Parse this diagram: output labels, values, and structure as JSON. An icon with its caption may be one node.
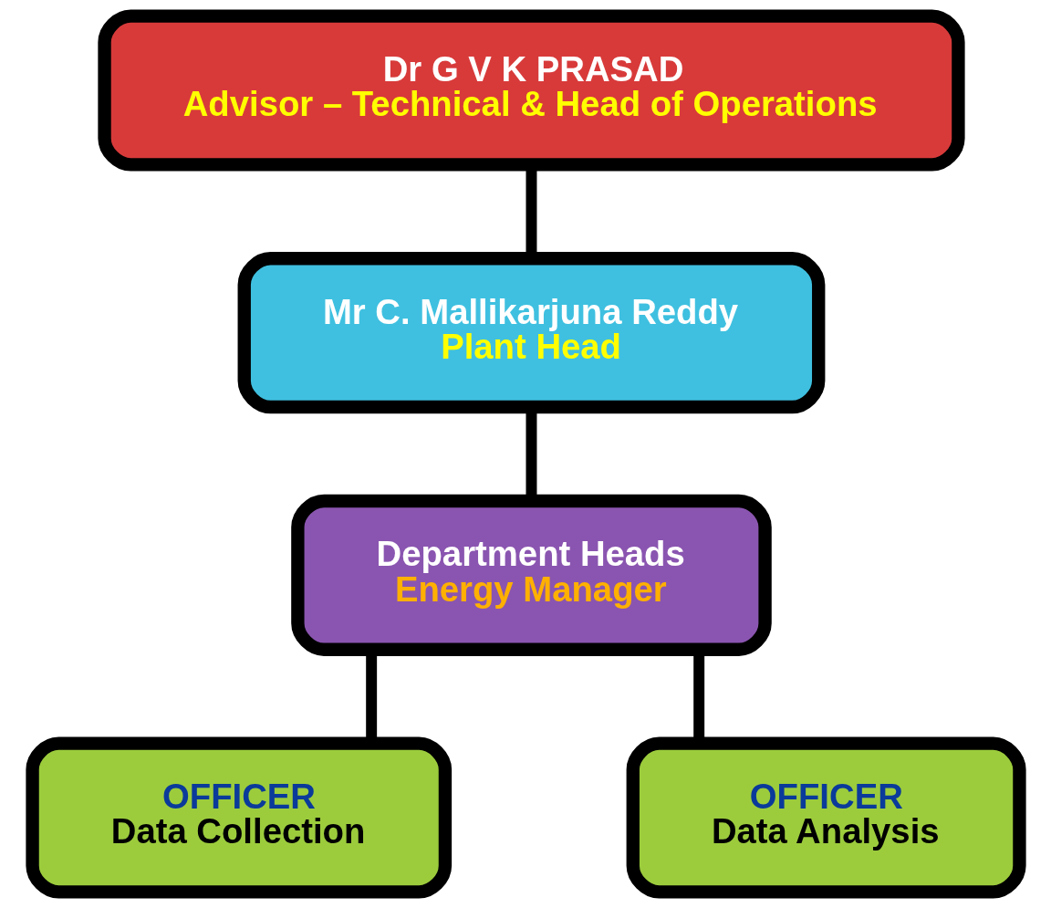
{
  "diagram": {
    "nodes": [
      {
        "text": [
          "Dr G V K PRASAD",
          "Advisor – Technical & Head of Operations"
        ]
      },
      {
        "text": [
          "Mr C. Mallikarjuna Reddy",
          "Plant Head"
        ]
      },
      {
        "text": [
          "Department Heads",
          "Energy Manager"
        ]
      },
      {
        "text": [
          "OFFICER",
          "Data Collection"
        ]
      },
      {
        "text": [
          "OFFICER",
          "Data Analysis"
        ]
      }
    ],
    "edges": [
      {
        "from": 0,
        "to": 1,
        "arrow": "none"
      },
      {
        "from": 1,
        "to": 2,
        "arrow": "none"
      },
      {
        "from": 2,
        "to": 3,
        "arrow": "none"
      },
      {
        "from": 2,
        "to": 4,
        "arrow": "none"
      }
    ]
  }
}
